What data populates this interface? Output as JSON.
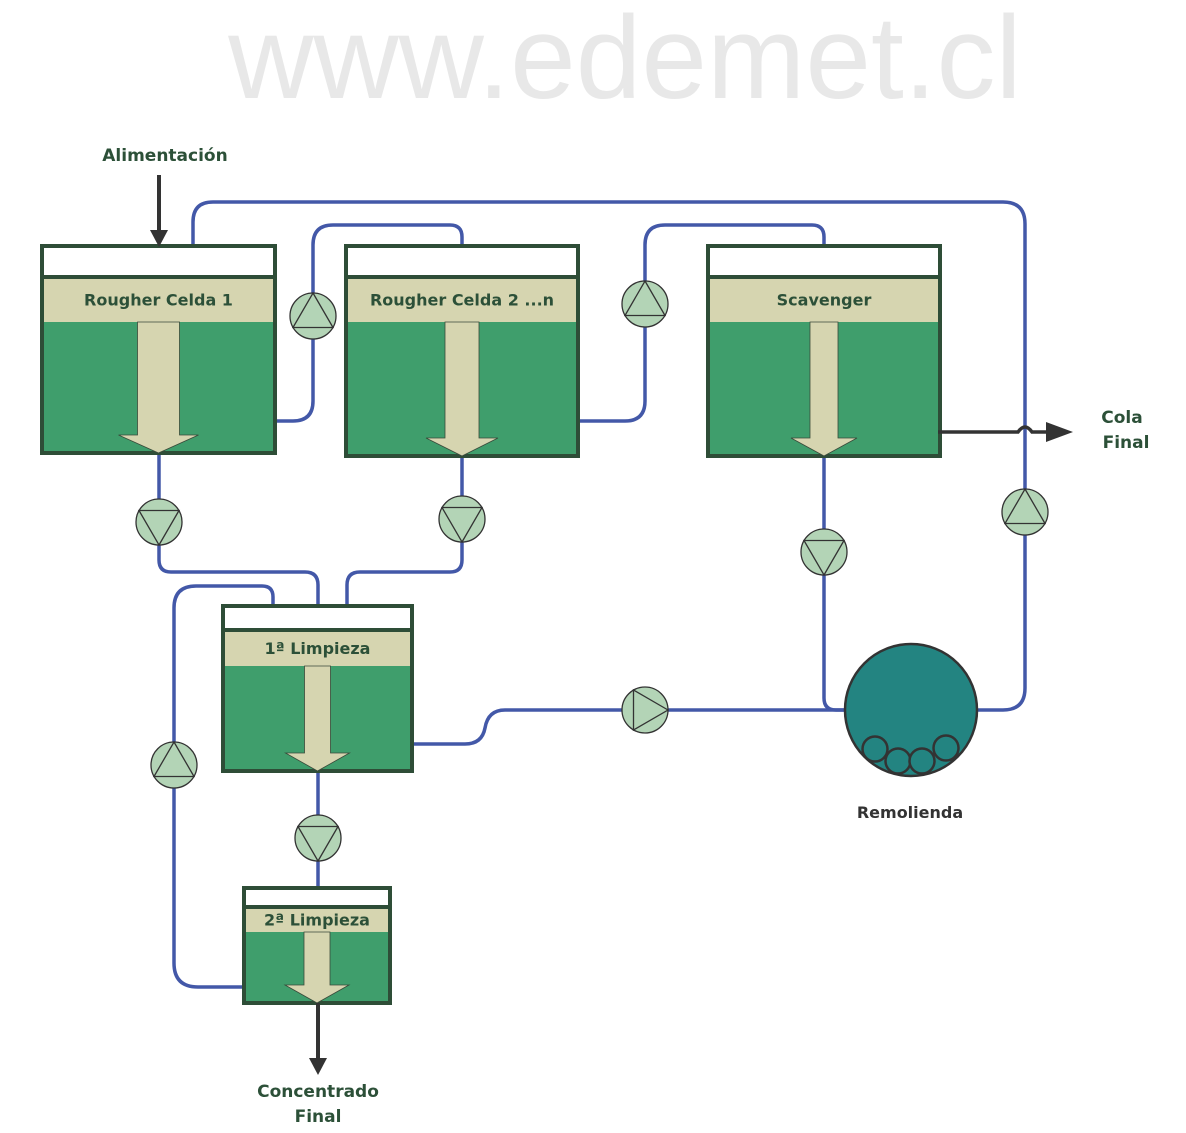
{
  "watermark": "www.edemet.cl",
  "colors": {
    "pipe": "#4358a8",
    "cell_green": "#3f9e6c",
    "cell_froth": "#d6d5b0",
    "cell_border": "#2e4d37",
    "pump_fill": "#b3d4b6",
    "mill_fill": "#238481",
    "label_text": "#2c5038"
  },
  "labels": {
    "feed": "Alimentación",
    "tailings_line1": "Cola",
    "tailings_line2": "Final",
    "concentrate_line1": "Concentrado",
    "concentrate_line2": "Final",
    "regrind": "Remolienda"
  },
  "cells": [
    {
      "id": "rougher-1",
      "label": "Rougher Celda 1"
    },
    {
      "id": "rougher-2",
      "label": "Rougher Celda 2 ...n"
    },
    {
      "id": "scavenger",
      "label": "Scavenger"
    },
    {
      "id": "cleaner-1",
      "label": "1ª Limpieza"
    },
    {
      "id": "cleaner-2",
      "label": "2ª Limpieza"
    }
  ],
  "pumps": [
    {
      "id": "pump-r1-r2",
      "direction": "up"
    },
    {
      "id": "pump-r2-scav",
      "direction": "up"
    },
    {
      "id": "pump-r1-conc",
      "direction": "down"
    },
    {
      "id": "pump-r2-conc",
      "direction": "down"
    },
    {
      "id": "pump-scav-conc",
      "direction": "down"
    },
    {
      "id": "pump-mill-return",
      "direction": "up"
    },
    {
      "id": "pump-c1-tail",
      "direction": "right"
    },
    {
      "id": "pump-c1-conc",
      "direction": "down"
    },
    {
      "id": "pump-c2-tail",
      "direction": "up"
    }
  ]
}
